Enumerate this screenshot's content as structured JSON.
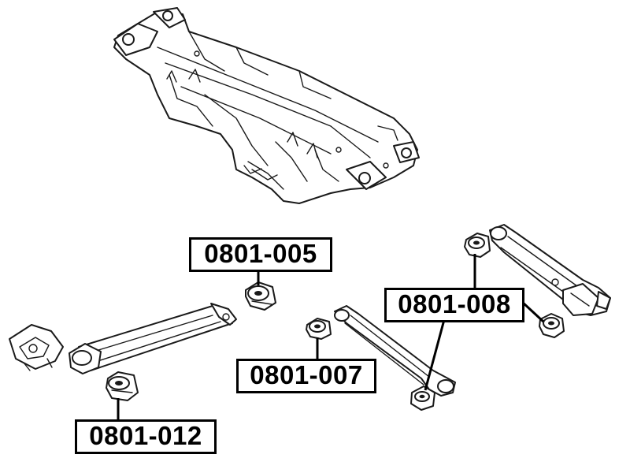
{
  "labels": {
    "p005": "0801-005",
    "p007": "0801-007",
    "p008": "0801-008",
    "p012": "0801-012"
  },
  "colors": {
    "ink": "#1a1a1a",
    "label_border": "#000000",
    "background": "#ffffff"
  }
}
